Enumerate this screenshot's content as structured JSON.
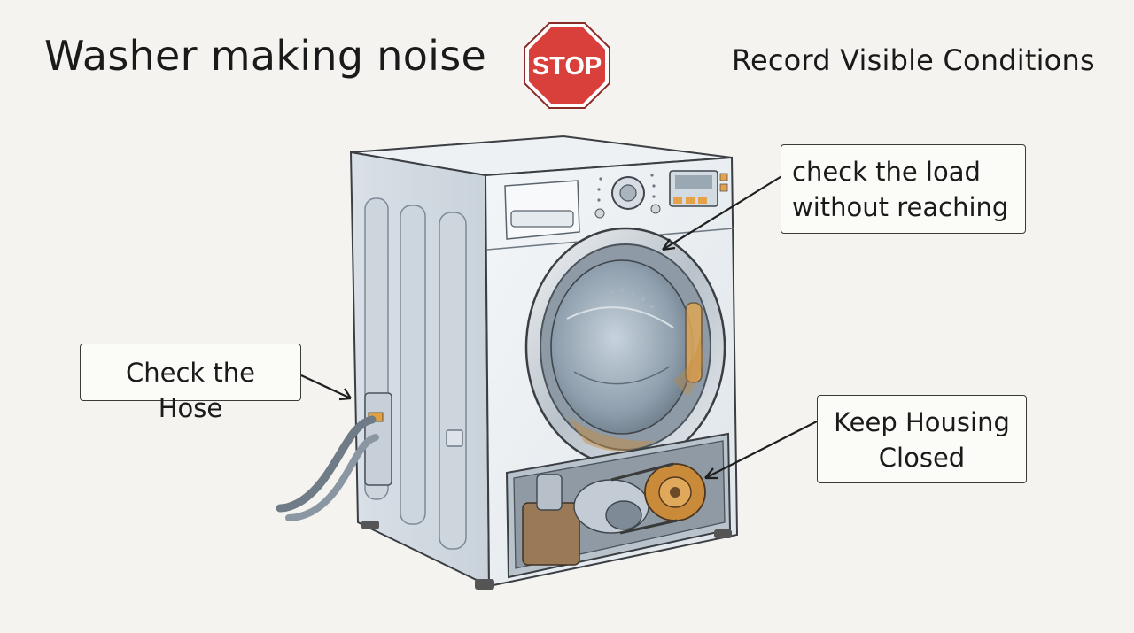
{
  "header": {
    "title": "Washer making noise",
    "subtitle": "Record Visible Conditions",
    "stop_sign_text": "STOP"
  },
  "callouts": {
    "load": {
      "line1": "check the load",
      "line2": "without reaching"
    },
    "hose": {
      "text": "Check the Hose"
    },
    "housing": {
      "line1": "Keep Housing",
      "line2": "Closed"
    }
  },
  "colors": {
    "background": "#f4f3ef",
    "stop_red": "#d9403b",
    "washer_body": "#e8edf1",
    "rust_accent": "#c98a3a"
  },
  "icons": [
    "stop-sign-icon",
    "washing-machine-illustration"
  ]
}
